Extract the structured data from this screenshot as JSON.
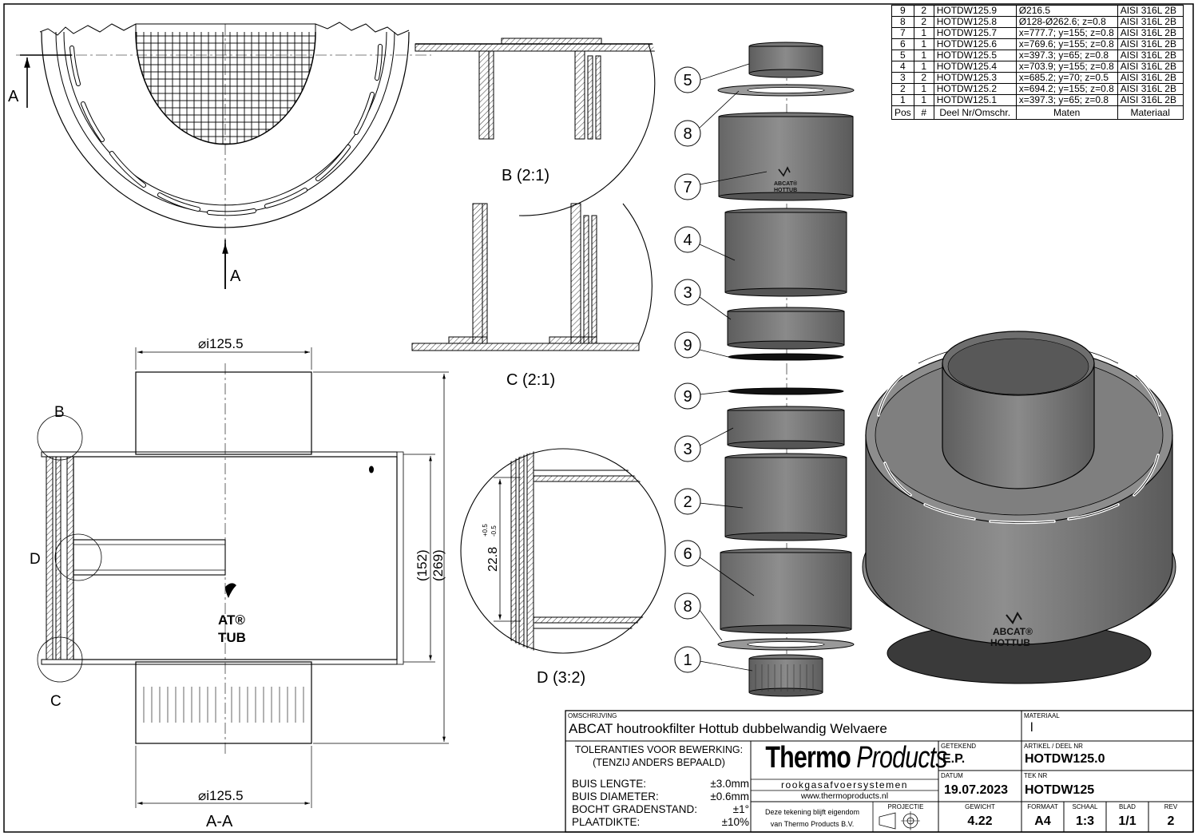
{
  "bom": {
    "headers": {
      "pos": "Pos",
      "qty": "#",
      "part": "Deel Nr/Omschr.",
      "dims": "Maten",
      "material": "Materiaal"
    },
    "rows": [
      {
        "pos": "9",
        "qty": "2",
        "part": "HOTDW125.9",
        "dims": "Ø216.5",
        "material": "AISI 316L 2B"
      },
      {
        "pos": "8",
        "qty": "2",
        "part": "HOTDW125.8",
        "dims": "Ø128-Ø262.6; z=0.8",
        "material": "AISI 316L 2B"
      },
      {
        "pos": "7",
        "qty": "1",
        "part": "HOTDW125.7",
        "dims": "x=777.7; y=155; z=0.8",
        "material": "AISI 316L 2B"
      },
      {
        "pos": "6",
        "qty": "1",
        "part": "HOTDW125.6",
        "dims": "x=769.6; y=155; z=0.8",
        "material": "AISI 316L 2B"
      },
      {
        "pos": "5",
        "qty": "1",
        "part": "HOTDW125.5",
        "dims": "x=397.3; y=65; z=0.8",
        "material": "AISI 316L 2B"
      },
      {
        "pos": "4",
        "qty": "1",
        "part": "HOTDW125.4",
        "dims": "x=703.9; y=155; z=0.8",
        "material": "AISI 316L 2B"
      },
      {
        "pos": "3",
        "qty": "2",
        "part": "HOTDW125.3",
        "dims": "x=685.2; y=70; z=0.5",
        "material": "AISI 316L 2B"
      },
      {
        "pos": "2",
        "qty": "1",
        "part": "HOTDW125.2",
        "dims": "x=694.2; y=155; z=0.8",
        "material": "AISI 316L 2B"
      },
      {
        "pos": "1",
        "qty": "1",
        "part": "HOTDW125.1",
        "dims": "x=397.3; y=65; z=0.8",
        "material": "AISI 316L 2B"
      }
    ]
  },
  "views": {
    "section_label": "A",
    "section_title": "A-A",
    "detail_b_letter": "B",
    "detail_c_letter": "C",
    "detail_d_letter": "D",
    "detail_b_title": "B (2:1)",
    "detail_c_title": "C (2:1)",
    "detail_d_title": "D (3:2)",
    "dim_top": "⌀i125.5",
    "dim_bottom": "⌀i125.5",
    "dim_152": "(152)",
    "dim_269": "(269)",
    "dim_d_value": "22.8",
    "dim_d_tol_plus": "+0.5",
    "dim_d_tol_minus": "-0.5",
    "brand_partial_1": "AT®",
    "brand_partial_2": "TUB",
    "brand_logo_1": "ABCAT®",
    "brand_logo_2": "HOTTUB"
  },
  "balloons": [
    "5",
    "8",
    "7",
    "4",
    "3",
    "9",
    "9",
    "3",
    "2",
    "6",
    "8",
    "1"
  ],
  "title_block": {
    "omschrijving_label": "OMSCHRIJVING",
    "omschrijving": "ABCAT houtrookfilter Hottub dubbelwandig Welvaere",
    "materiaal_label": "MATERIAAL",
    "materiaal": "l",
    "tolerances_title_1": "TOLERANTIES VOOR BEWERKING:",
    "tolerances_title_2": "(TENZIJ ANDERS BEPAALD)",
    "tolerances": [
      {
        "label": "BUIS LENGTE:",
        "value": "±3.0mm"
      },
      {
        "label": "BUIS DIAMETER:",
        "value": "±0.6mm"
      },
      {
        "label": "BOCHT GRADENSTAND:",
        "value": "±1°"
      },
      {
        "label": "PLAATDIKTE:",
        "value": "±10%"
      }
    ],
    "company_1": "Thermo",
    "company_2": "Products",
    "company_sub": "rookgasafvoersystemen",
    "company_url": "www.thermoproducts.nl",
    "notice_1": "Deze tekening blijft eigendom",
    "notice_2": "van Thermo Products B.V.",
    "projectie_label": "PROJECTIE",
    "getekend_label": "GETEKEND",
    "getekend": "E.P.",
    "datum_label": "DATUM",
    "datum": "19.07.2023",
    "gewicht_label": "GEWICHT",
    "gewicht": "4.22",
    "artikel_label": "ARTIKEL / DEEL NR",
    "artikel": "HOTDW125.0",
    "tek_label": "TEK NR",
    "tek": "HOTDW125",
    "formaat_label": "FORMAAT",
    "formaat": "A4",
    "schaal_label": "SCHAAL",
    "schaal": "1:3",
    "blad_label": "BLAD",
    "blad": "1/1",
    "rev_label": "REV",
    "rev": "2"
  }
}
